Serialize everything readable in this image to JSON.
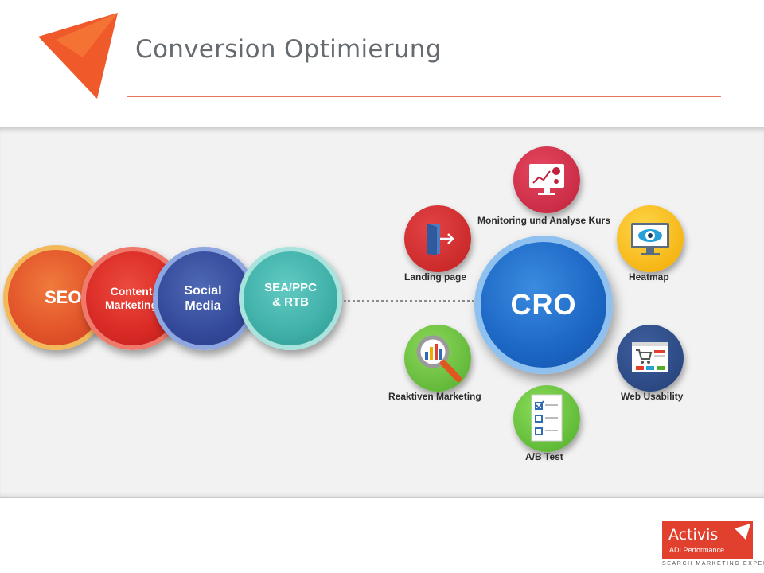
{
  "header": {
    "title": "Conversion Optimierung"
  },
  "channels": [
    {
      "label": "SEO",
      "color": "#e2532a"
    },
    {
      "label": "Content\nMarketing",
      "color": "#d92a25"
    },
    {
      "label": "Social\nMedia",
      "color": "#34499a"
    },
    {
      "label": "SEA/PPC\n& RTB",
      "color": "#3fb0a8"
    }
  ],
  "center": {
    "label": "CRO",
    "color": "#1c66c4"
  },
  "satellites": [
    {
      "label": "Monitoring und Analyse Kurs",
      "icon": "analytics-monitor-icon",
      "color": "#c0223c"
    },
    {
      "label": "Landing page",
      "icon": "door-arrow-icon",
      "color": "#c1211f"
    },
    {
      "label": "Heatmap",
      "icon": "eye-monitor-icon",
      "color": "#f2a900"
    },
    {
      "label": "Reaktiven Marketing",
      "icon": "magnifier-chart-icon",
      "color": "#53ad2d"
    },
    {
      "label": "Web Usability",
      "icon": "shopping-page-icon",
      "color": "#243f77"
    },
    {
      "label": "A/B Test",
      "icon": "checklist-icon",
      "color": "#4fae2b"
    }
  ],
  "brand": {
    "name": "Activis",
    "sub": "ADLPerformance",
    "tagline": "SEARCH MARKETING EXPERTS",
    "color": "#e2402f"
  }
}
